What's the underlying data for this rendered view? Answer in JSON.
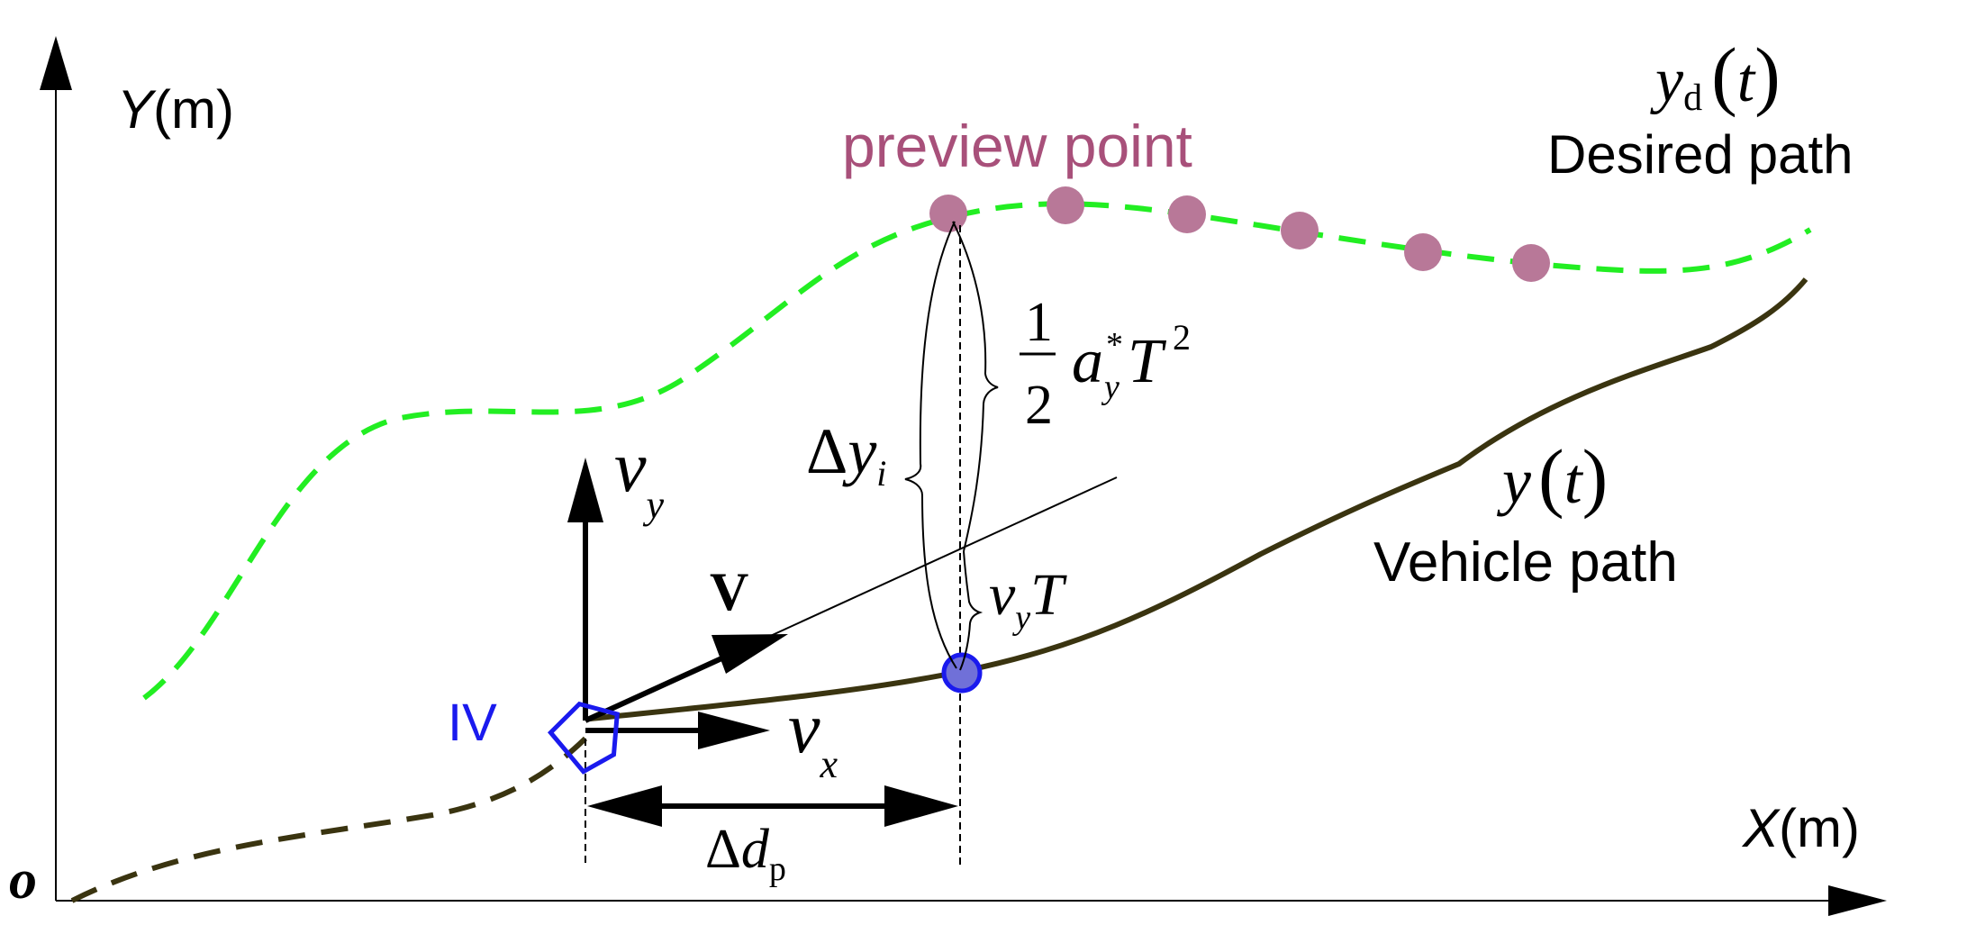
{
  "axes": {
    "y_var": "Y",
    "y_unit": "(m)",
    "x_var": "X",
    "x_unit": "(m)",
    "origin": "o"
  },
  "desired_path": {
    "func": "y",
    "sub": "d",
    "lparen": "(",
    "arg": "t",
    "rparen": ")",
    "label_a": "Desired",
    "label_b": "path",
    "color": "#22ee22"
  },
  "vehicle_path": {
    "func": "y",
    "lparen": "(",
    "arg": "t",
    "rparen": ")",
    "label": "Vehicle path",
    "color": "#3a3410"
  },
  "preview": {
    "label": "preview point",
    "color": "#a8507a",
    "dot_color": "#b87898"
  },
  "vehicle": {
    "label": "IV",
    "color": "#1a1aee",
    "point_color": "#7070d8"
  },
  "velocity": {
    "v": "V",
    "vy_main": "v",
    "vy_sub": "y",
    "vx_main": "v",
    "vx_sub": "x"
  },
  "distances": {
    "delta": "Δ",
    "dp_main": "d",
    "dp_sub": "p",
    "dy_main": "y",
    "dy_sub": "i",
    "half_num": "1",
    "half_den": "2",
    "a": "a",
    "a_sup": "*",
    "a_sub": "y",
    "T": "T",
    "T_sup": "2",
    "vyT_v": "v",
    "vyT_sub": "y",
    "vyT_T": "T"
  }
}
